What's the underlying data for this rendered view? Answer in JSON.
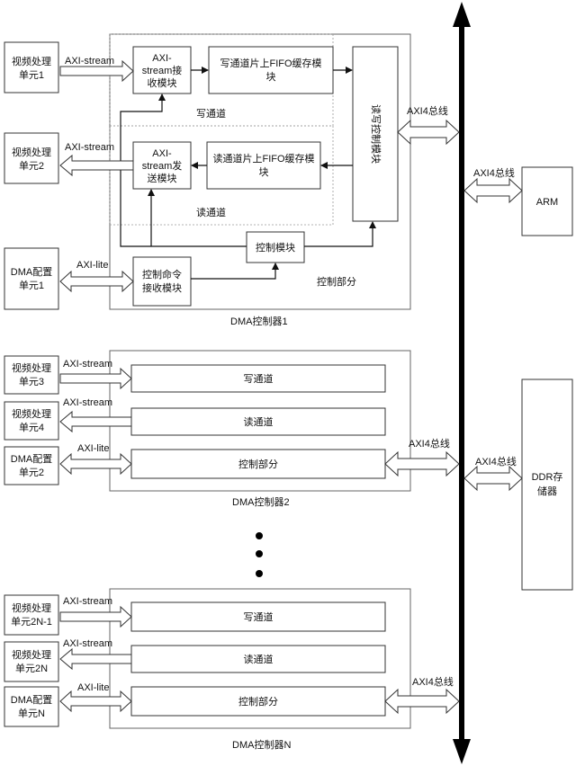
{
  "controller1": {
    "label": "DMA控制器1",
    "write_channel_label": "写通道",
    "read_channel_label": "读通道",
    "control_part_label": "控制部分",
    "axi_stream_rx": [
      "AXI-",
      "stream接",
      "收模块"
    ],
    "write_fifo": [
      "写通道片上FIFO缓存模",
      "块"
    ],
    "axi_stream_tx": [
      "AXI-",
      "stream发",
      "送模块"
    ],
    "read_fifo": [
      "读通道片上FIFO缓存模",
      "块"
    ],
    "rw_control": "读写控制模块",
    "control_module": "控制模块",
    "cmd_receive": [
      "控制命令",
      "接收模块"
    ],
    "video_unit_1": [
      "视频处理",
      "单元1"
    ],
    "video_unit_2": [
      "视频处理",
      "单元2"
    ],
    "dma_config_1": [
      "DMA配置",
      "单元1"
    ],
    "axi_stream_in_label": "AXI-stream",
    "axi_stream_out_label": "AXI-stream",
    "axi_lite_label": "AXI-lite",
    "axi4_label": "AXI4总线"
  },
  "controller2": {
    "label": "DMA控制器2",
    "write_channel": "写通道",
    "read_channel": "读通道",
    "control_part": "控制部分",
    "video_unit_3": [
      "视频处理",
      "单元3"
    ],
    "video_unit_4": [
      "视频处理",
      "单元4"
    ],
    "dma_config_2": [
      "DMA配置",
      "单元2"
    ],
    "axi_stream_in_label": "AXI-stream",
    "axi_stream_out_label": "AXI-stream",
    "axi_lite_label": "AXI-lite",
    "axi4_label": "AXI4总线"
  },
  "controllerN": {
    "label": "DMA控制器N",
    "write_channel": "写通道",
    "read_channel": "读通道",
    "control_part": "控制部分",
    "video_unit_2n_minus_1": [
      "视频处理",
      "单元2N-1"
    ],
    "video_unit_2n": [
      "视频处理",
      "单元2N"
    ],
    "dma_config_n": [
      "DMA配置",
      "单元N"
    ],
    "axi_stream_in_label": "AXI-stream",
    "axi_stream_out_label": "AXI-stream",
    "axi_lite_label": "AXI-lite",
    "axi4_label": "AXI4总线"
  },
  "right_side": {
    "arm_label": "ARM",
    "arm_bus_label": "AXI4总线",
    "ddr_label": [
      "DDR存",
      "储器"
    ],
    "ddr_bus_label": "AXI4总线"
  }
}
